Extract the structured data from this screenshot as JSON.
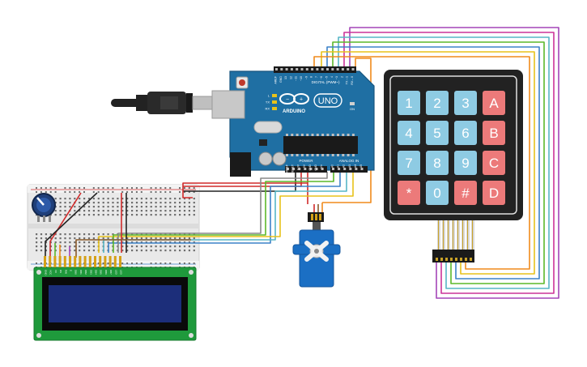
{
  "arduino": {
    "logo_text": "ARDUINO",
    "model_text": "UNO",
    "digital_header_label": "DIGITAL (PWM~)",
    "power_label": "POWER",
    "analog_label": "ANALOG IN",
    "led_labels": [
      "L",
      "TX",
      "RX"
    ],
    "pin_labels_top": [
      "AREF",
      "GND",
      "13",
      "12",
      "~11",
      "~10",
      "~9",
      "8",
      "7",
      "~6",
      "~5",
      "4",
      "~3",
      "2",
      "TX→1",
      "RX←0"
    ],
    "pin_labels_bottom": [
      "IOREF",
      "RESET",
      "3.3V",
      "5V",
      "GND",
      "GND",
      "Vin",
      "A0",
      "A1",
      "A2",
      "A3",
      "A4",
      "A5"
    ],
    "on_label": "ON",
    "board_color": "#1f6fa3"
  },
  "keypad": {
    "keys": [
      [
        "1",
        "2",
        "3",
        "A"
      ],
      [
        "4",
        "5",
        "6",
        "B"
      ],
      [
        "7",
        "8",
        "9",
        "C"
      ],
      [
        "*",
        "0",
        "#",
        "D"
      ]
    ],
    "number_key_color": "#8ecbe3",
    "letter_key_color": "#ec7a7a"
  },
  "lcd": {
    "pin_labels": [
      "GND",
      "VCC",
      "V0",
      "RS",
      "RW",
      "E",
      "DB0",
      "DB1",
      "DB2",
      "DB3",
      "DB4",
      "DB5",
      "DB6",
      "DB7",
      "LED",
      "LED"
    ],
    "screen_color": "#1c2e7a",
    "pcb_color": "#1f9a3c"
  },
  "wire_colors": {
    "red": "#d12a2a",
    "black": "#222222",
    "orange": "#f08a1c",
    "yellow": "#e8c21a",
    "green": "#5cb82a",
    "blue": "#3c82c8",
    "purple": "#a445b8",
    "magenta": "#cc3399",
    "cyan": "#56b6c6",
    "brown": "#8a5a2b",
    "grey": "#888888"
  }
}
